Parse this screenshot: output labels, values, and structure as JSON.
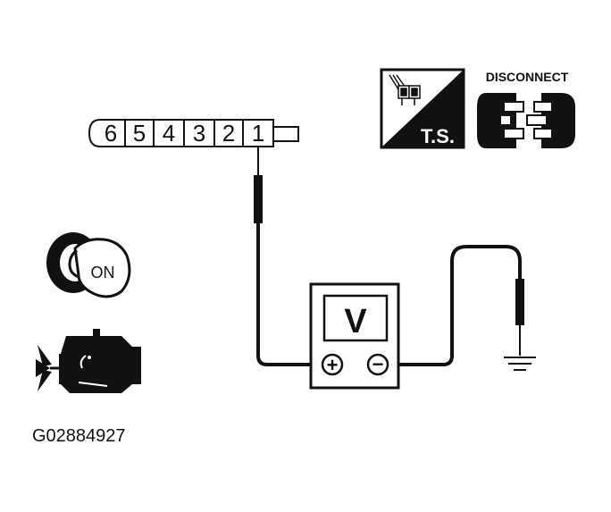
{
  "connector": {
    "pins": [
      "6",
      "5",
      "4",
      "3",
      "2",
      "1"
    ]
  },
  "ts_badge": {
    "label": "T.S."
  },
  "disconnect_badge": {
    "label": "DISCONNECT"
  },
  "ignition": {
    "label": "ON"
  },
  "voltmeter": {
    "display": "V",
    "positive": "+",
    "negative": "−"
  },
  "figure_id": "G02884927",
  "colors": {
    "line": "#111111",
    "background": "#ffffff"
  },
  "icons": {
    "ignition": "ignition-key-icon",
    "engine": "engine-icon",
    "test_screen": "test-screen-icon",
    "disconnect": "disconnect-connector-icon",
    "ground": "ground-icon"
  }
}
